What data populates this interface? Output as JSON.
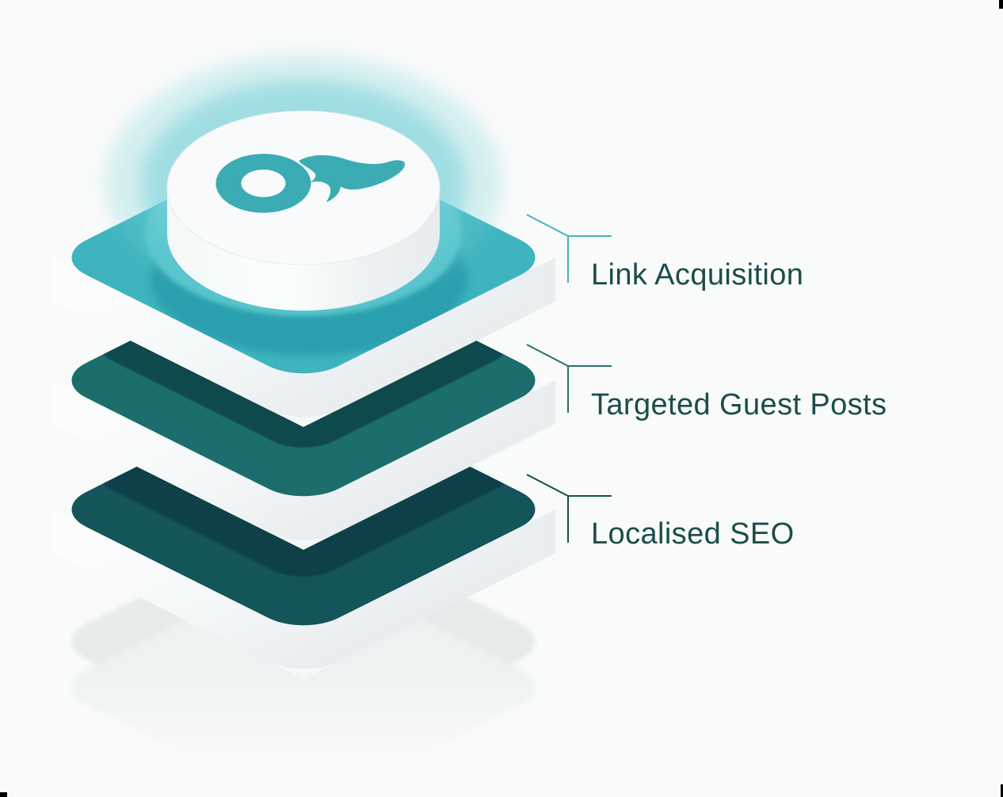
{
  "page": {
    "background_color": "#F9FAFA"
  },
  "diagram": {
    "title_hint": "isometric-seo-layer-stack",
    "layers": [
      {
        "label": "Link Acquisition",
        "top_color": "#3DB4BE",
        "connector_color": "#49B2BC"
      },
      {
        "label": "Targeted Guest Posts",
        "top_color": "#1B6E6B",
        "connector_color": "#25716C"
      },
      {
        "label": "Localised SEO",
        "top_color": "#14555A",
        "connector_color": "#17504C"
      }
    ],
    "label_text_color": "#1B4D4B",
    "logo_color": "#3BACB4",
    "cylinder_color": "#F8FAFB",
    "glow_color": "#76D1D9",
    "shadow_colors": {
      "under_cylinder": "#2A9FAD",
      "on_middle_layer": "#11494E",
      "on_bottom_layer": "#0D4046"
    },
    "reflection_color": "#E7EAEB"
  }
}
